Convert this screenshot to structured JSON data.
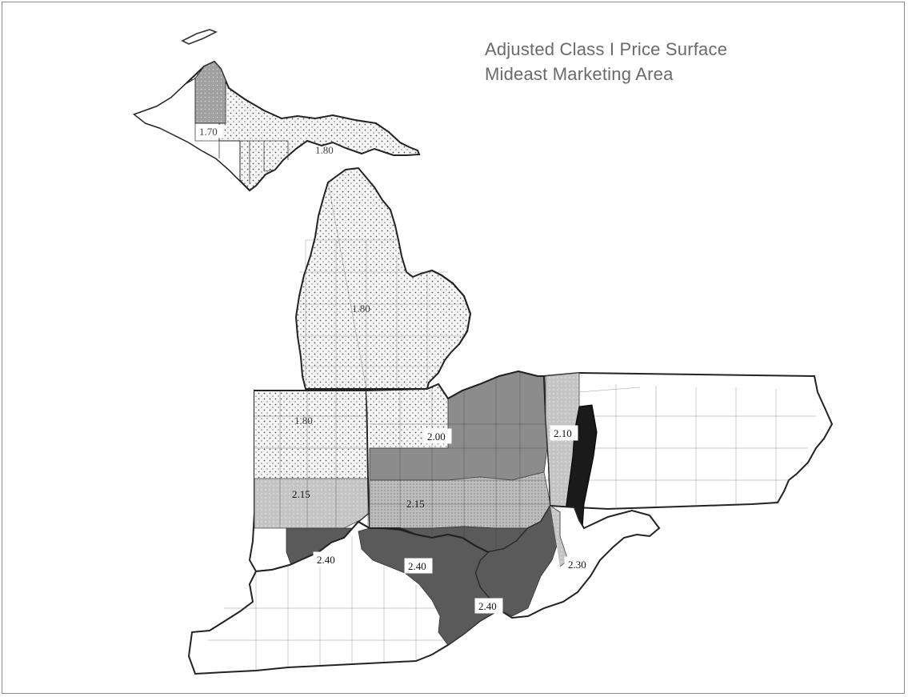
{
  "title": {
    "line1": "Adjusted Class I Price Surface",
    "line2": "Mideast Marketing Area"
  },
  "price_zones": [
    {
      "label": "1.70"
    },
    {
      "label": "1.80"
    },
    {
      "label": "1.80"
    },
    {
      "label": "1.80"
    },
    {
      "label": "2.00"
    },
    {
      "label": "2.10"
    },
    {
      "label": "2.15"
    },
    {
      "label": "2.15"
    },
    {
      "label": "2.40"
    },
    {
      "label": "2.40"
    },
    {
      "label": "2.40"
    },
    {
      "label": "2.30"
    }
  ],
  "colors": {
    "zone_1_70": "#a8a8a8",
    "zone_1_80": "#f2f2f2",
    "zone_2_00": "#8c8c8c",
    "zone_2_10": "#b4b4b4",
    "zone_2_15": "#c0c0c0",
    "zone_2_30": "#1a1a1a",
    "zone_2_40": "#5a5a5a",
    "unshaded": "#ffffff",
    "boundary": "#333333",
    "title": "#6a6a6a"
  }
}
